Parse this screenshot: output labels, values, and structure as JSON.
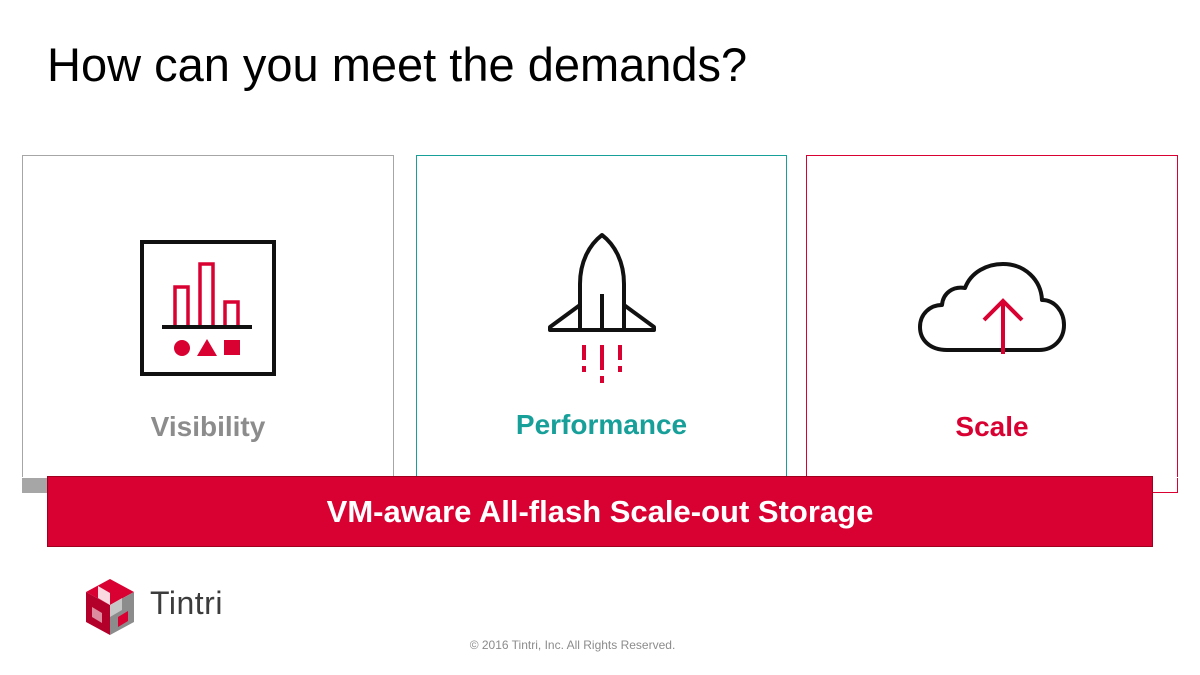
{
  "slide": {
    "title": "How can you meet the demands?"
  },
  "cards": [
    {
      "label": "Visibility",
      "icon": "chart-shapes-icon",
      "color": "#8c8c8c"
    },
    {
      "label": "Performance",
      "icon": "rocket-icon",
      "color": "#17a09a"
    },
    {
      "label": "Scale",
      "icon": "cloud-upload-icon",
      "color": "#d90032"
    }
  ],
  "banner": {
    "text": "VM-aware All-flash Scale-out Storage",
    "color": "#d90032"
  },
  "footer": {
    "logo_text": "Tintri",
    "copyright": "© 2016 Tintri, Inc. All Rights Reserved."
  },
  "colors": {
    "accent_red": "#d90032",
    "accent_teal": "#17a09a",
    "neutral_gray": "#a6a6a6"
  }
}
